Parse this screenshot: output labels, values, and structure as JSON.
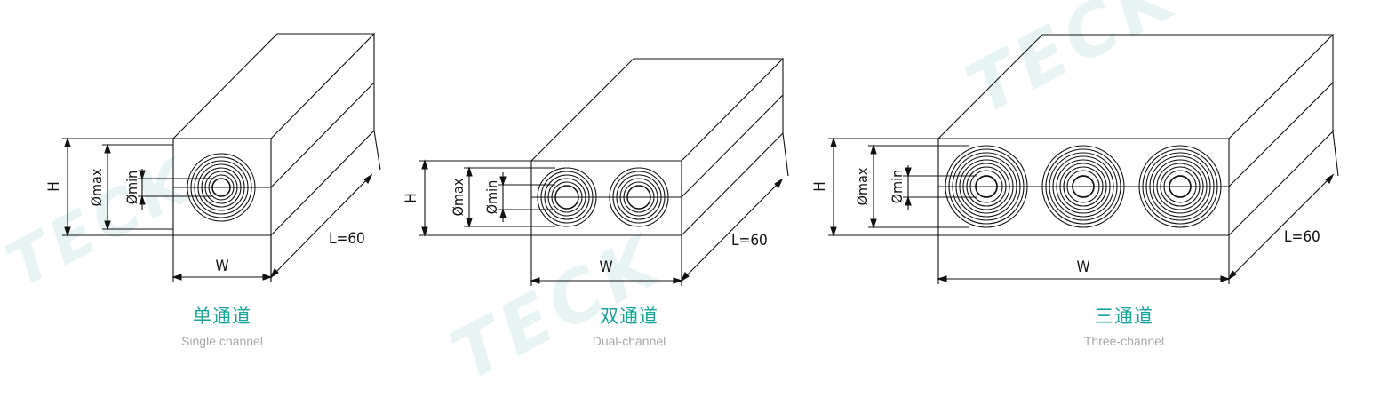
{
  "watermark": "TECK",
  "labels": {
    "height": "H",
    "width": "W",
    "length": "L=60",
    "dmax": "Ømax",
    "dmin": "Ømin"
  },
  "captions": [
    {
      "zh": "单通道",
      "en": "Single channel"
    },
    {
      "zh": "双通道",
      "en": "Dual-channel"
    },
    {
      "zh": "三通道",
      "en": "Three-channel"
    }
  ],
  "colors": {
    "caption": "#1aa39a",
    "caption_en": "#a8a8a8",
    "line": "#111111",
    "watermark": "#e8f4f3"
  }
}
